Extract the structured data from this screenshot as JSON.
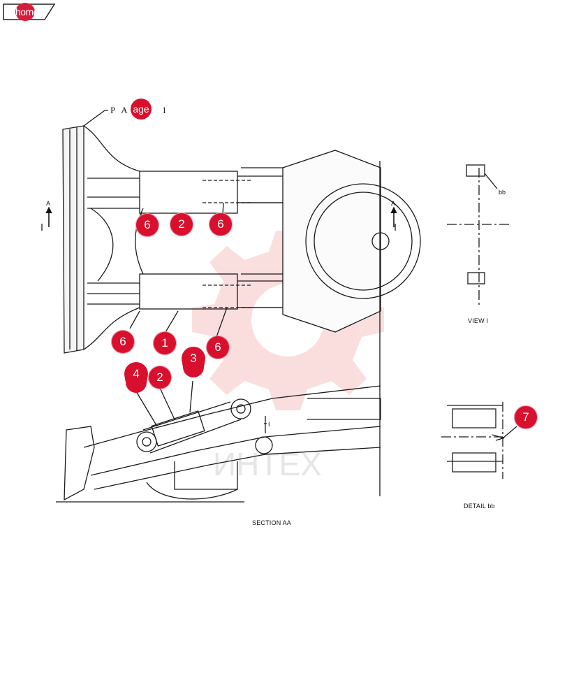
{
  "nav": {
    "home_label": "home"
  },
  "drawing": {
    "page_prefix": "P A",
    "page_badge": "age",
    "page_number": "1",
    "section_marker_left": "A",
    "section_marker_right": "A",
    "view_arrow_label": "I",
    "detail_marker": "bb",
    "captions": {
      "view_i": "VIEW I",
      "detail_bb": "DETAIL bb",
      "section_aa": "SECTION AA"
    },
    "watermark_text": "ИНТЕХ",
    "watermark_color": "#f4b6b6"
  },
  "callouts": [
    {
      "id": "c1",
      "label": "6"
    },
    {
      "id": "c2",
      "label": "2"
    },
    {
      "id": "c3",
      "label": "6"
    },
    {
      "id": "c4",
      "label": "6"
    },
    {
      "id": "c5",
      "label": "1"
    },
    {
      "id": "c6",
      "label": "6"
    },
    {
      "id": "c7",
      "label": "4"
    },
    {
      "id": "c8",
      "label": "2"
    },
    {
      "id": "c9",
      "label": "3"
    },
    {
      "id": "c10",
      "label": "7"
    }
  ],
  "colors": {
    "callout": "#d8102d",
    "line": "#1a1a1a"
  }
}
